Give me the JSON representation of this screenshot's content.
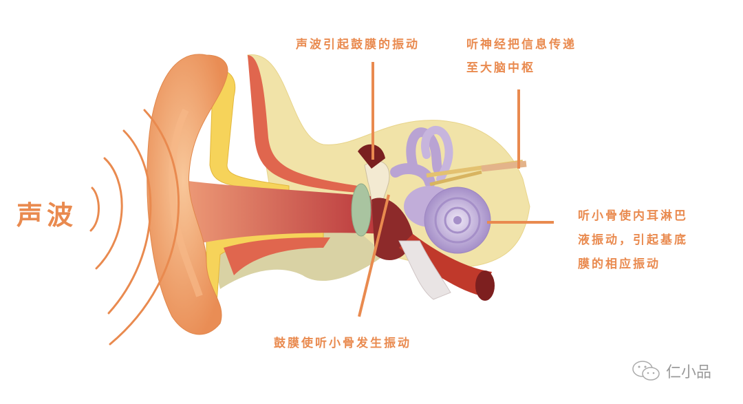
{
  "diagram": {
    "title": "声波",
    "labels": {
      "eardrum_vibration": "声波引起鼓膜的振动",
      "nerve_line1": "听神经把信息传递",
      "nerve_line2": "至大脑中枢",
      "ossicles_line1": "听小骨使内耳淋巴",
      "ossicles_line2": "液振动，引起基底",
      "ossicles_line3": "膜的相应振动",
      "eardrum_ossicles": "鼓膜使听小骨发生振动"
    },
    "watermark": "仁小品",
    "colors": {
      "accent": "#e98a4f",
      "skin": "#f2a66b",
      "bone": "#f1e3a8",
      "cochlea": "#b9a3d3",
      "canal": "#d9645a"
    }
  }
}
